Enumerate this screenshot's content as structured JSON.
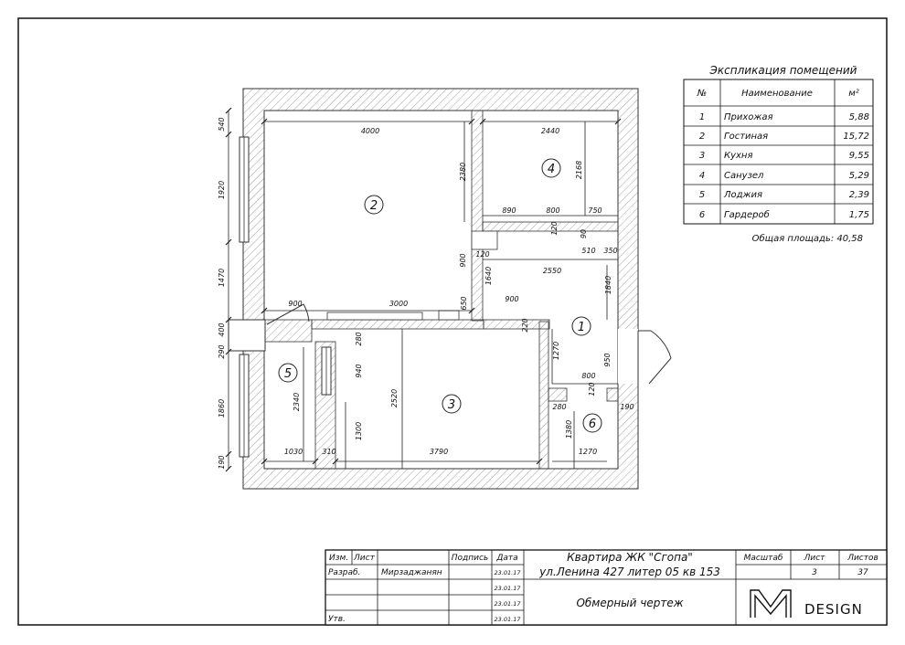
{
  "explication": {
    "title": "Экспликация помещений",
    "headers": [
      "№",
      "Наименование",
      "м²"
    ],
    "rows": [
      {
        "num": "1",
        "name": "Прихожая",
        "area": "5,88"
      },
      {
        "num": "2",
        "name": "Гостиная",
        "area": "15,72"
      },
      {
        "num": "3",
        "name": "Кухня",
        "area": "9,55"
      },
      {
        "num": "4",
        "name": "Санузел",
        "area": "5,29"
      },
      {
        "num": "5",
        "name": "Лоджия",
        "area": "2,39"
      },
      {
        "num": "6",
        "name": "Гардероб",
        "area": "1,75"
      }
    ],
    "total": "Общая площадь: 40,58"
  },
  "plan": {
    "room_labels": [
      "1",
      "2",
      "3",
      "4",
      "5",
      "6"
    ],
    "dims": {
      "d4000": "4000",
      "d2440": "2440",
      "d2168": "2168",
      "d2380": "2380",
      "d890": "890",
      "d800a": "800",
      "d750": "750",
      "d120a": "120",
      "d90": "90",
      "d510": "510",
      "d350": "350",
      "d120b": "120",
      "d900a": "900",
      "d1640": "1640",
      "d2550": "2550",
      "d1840": "1840",
      "d3000": "3000",
      "d900b": "900",
      "d650": "650",
      "d900c": "900",
      "d220": "220",
      "d1270a": "1270",
      "d950": "950",
      "d800b": "800",
      "d120c": "120",
      "d280a": "280",
      "d190a": "190",
      "d280b": "280",
      "d940": "940",
      "d2520": "2520",
      "d2340": "2340",
      "d1300": "1300",
      "d1380": "1380",
      "d1270b": "1270",
      "d1030": "1030",
      "d310": "310",
      "d3790": "3790",
      "l540": "540",
      "l1920": "1920",
      "l1470": "1470",
      "l400": "400",
      "l290": "290",
      "l1860": "1860",
      "l190": "190"
    }
  },
  "stamp": {
    "h_izm": "Изм.",
    "h_list": "Лист",
    "h_podpis": "Подпись",
    "h_data": "Дата",
    "razrab": "Разраб.",
    "razrab_name": "Мирзаджанян",
    "utv": "Утв.",
    "date1": "23.01.17",
    "date2": "23.01.17",
    "date3": "23.01.17",
    "date4": "23.01.17",
    "project_line1": "Квартира ЖК \"Сгопа\"",
    "project_line2": "ул.Ленина 427 литер 05 кв 153",
    "doc_title": "Обмерный чертеж",
    "h_masshtab": "Масштаб",
    "h_sheet": "Лист",
    "h_sheets": "Листов",
    "sheet": "3",
    "sheets": "37",
    "logo_text": "DESIGN"
  }
}
